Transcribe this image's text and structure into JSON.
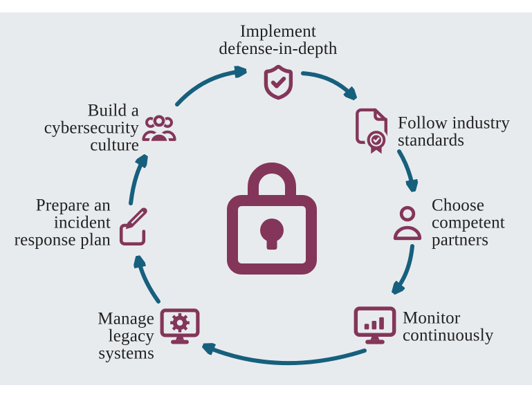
{
  "colors": {
    "accent": "#833659",
    "arrow": "#16607D",
    "panel": "#E8EBEE",
    "page": "#FFFFFF",
    "text": "#212121"
  },
  "center": {
    "icon": "lock-icon"
  },
  "steps": [
    {
      "id": "implement-defense-in-depth",
      "label": "Implement defense-in-depth",
      "lines": [
        "Implement",
        "defense-in-depth"
      ],
      "icon": "shield-check-icon"
    },
    {
      "id": "follow-industry-standards",
      "label": "Follow industry standards",
      "lines": [
        "Follow industry",
        "standards"
      ],
      "icon": "certificate-document-icon"
    },
    {
      "id": "choose-competent-partners",
      "label": "Choose competent partners",
      "lines": [
        "Choose",
        "competent",
        "partners"
      ],
      "icon": "person-icon"
    },
    {
      "id": "monitor-continuously",
      "label": "Monitor continuously",
      "lines": [
        "Monitor",
        "continuously"
      ],
      "icon": "monitor-bar-chart-icon"
    },
    {
      "id": "manage-legacy-systems",
      "label": "Manage legacy systems",
      "lines": [
        "Manage",
        "legacy",
        "systems"
      ],
      "icon": "monitor-gear-icon"
    },
    {
      "id": "prepare-incident-response-plan",
      "label": "Prepare an incident response plan",
      "lines": [
        "Prepare an",
        "incident",
        "response plan"
      ],
      "icon": "pencil-document-icon"
    },
    {
      "id": "build-cybersecurity-culture",
      "label": "Build a cybersecurity culture",
      "lines": [
        "Build a",
        "cybersecurity",
        "culture"
      ],
      "icon": "team-icon"
    }
  ]
}
